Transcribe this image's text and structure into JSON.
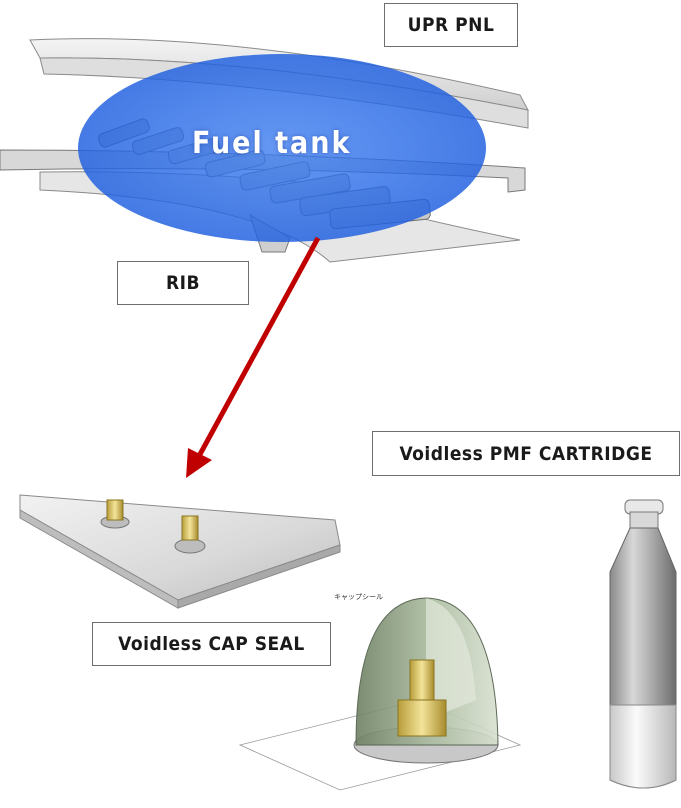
{
  "labels": {
    "upper_panel": "UPR PNL",
    "rib": "RIB",
    "fuel_tank": "Fuel tank",
    "cartridge": "Voidless PMF CARTRIDGE",
    "cap_seal": "Voidless CAP SEAL",
    "cap_seal_jp": "キャップシール"
  },
  "colors": {
    "fuel_tank_fill": "#2a6de8",
    "arrow": "#c00000",
    "cap_seal_shell": "#8fa383",
    "fastener": "#e4d27a"
  }
}
